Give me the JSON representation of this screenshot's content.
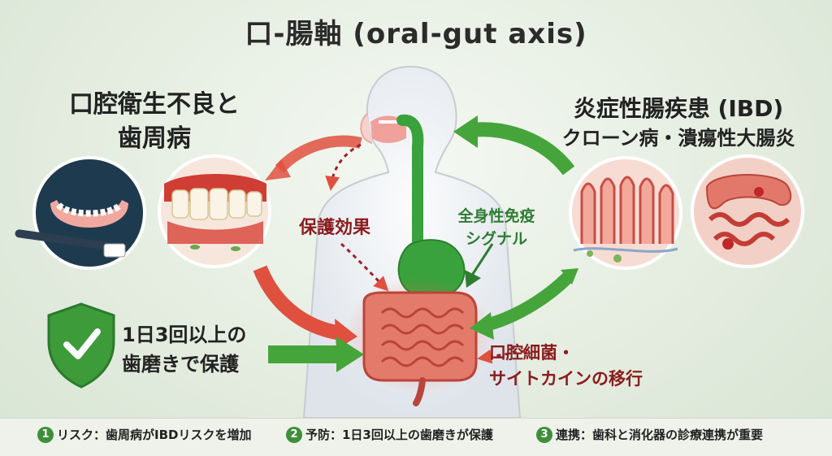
{
  "title": "口-腸軸 (oral-gut axis)",
  "left": {
    "title_line1": "口腔衛生不良と",
    "title_line2": "歯周病"
  },
  "right": {
    "title_line1": "炎症性腸疾患 (IBD)",
    "title_line2": "クローン病・潰瘍性大腸炎"
  },
  "labels": {
    "protect": "保護効果",
    "immune_line1": "全身性免疫",
    "immune_line2": "シグナル",
    "bacteria_line1": "口腔細菌・",
    "bacteria_line2": "サイトカインの移行",
    "brush_line1": "1日3回以上の",
    "brush_line2": "歯磨きで保護"
  },
  "footer": [
    {
      "num": "1",
      "text": "リスク：歯周病がIBDリスクを増加"
    },
    {
      "num": "2",
      "text": "予防：1日3回以上の歯磨きが保護"
    },
    {
      "num": "3",
      "text": "連携：歯科と消化器の診療連携が重要"
    }
  ],
  "colors": {
    "red_arrow": "#e0503f",
    "green_arrow": "#45a53b",
    "dark_red": "#8a1c1c",
    "green_text": "#2e7d32"
  }
}
